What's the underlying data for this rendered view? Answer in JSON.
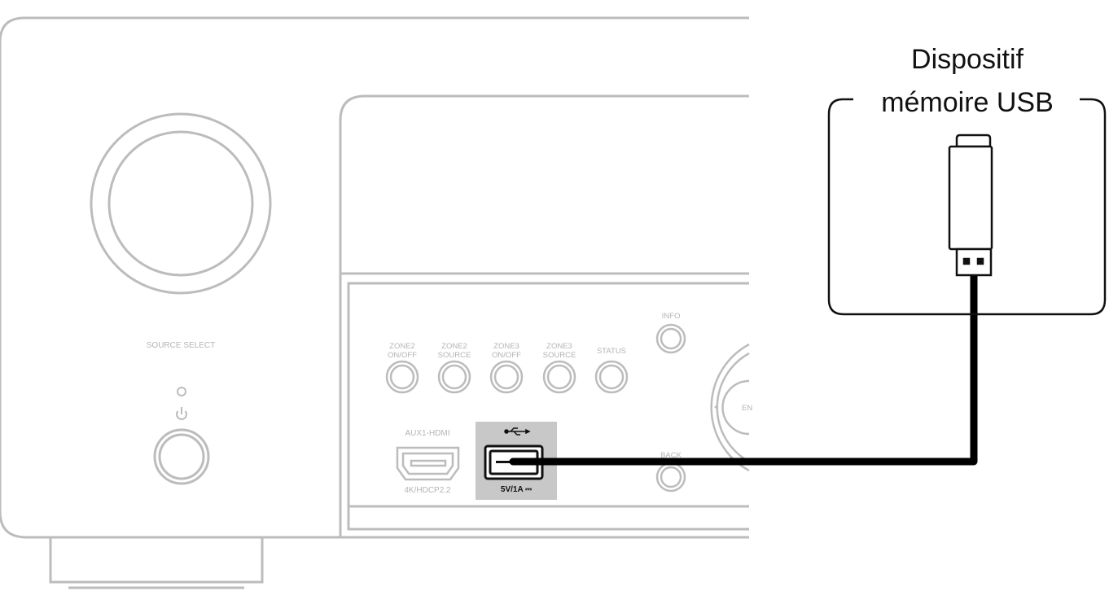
{
  "device_callout": {
    "line1": "Dispositif",
    "line2": "mémoire USB"
  },
  "panel": {
    "source_select_label": "SOURCE SELECT",
    "buttons": [
      {
        "line1": "ZONE2",
        "line2": "ON/OFF"
      },
      {
        "line1": "ZONE2",
        "line2": "SOURCE"
      },
      {
        "line1": "ZONE3",
        "line2": "ON/OFF"
      },
      {
        "line1": "ZONE3",
        "line2": "SOURCE"
      },
      {
        "line1": "STATUS",
        "line2": ""
      }
    ],
    "info_label": "INFO",
    "back_label": "BACK",
    "enter_partial": "EN",
    "aux_label": "AUX1-HDMI",
    "hdcp_label": "4K/HDCP2.2",
    "usb_power_label": "5V/1A ⎓"
  },
  "colors": {
    "panel_outline": "#bcbcbc",
    "usb_highlight": "#c8c8c8",
    "cable": "#000000"
  }
}
